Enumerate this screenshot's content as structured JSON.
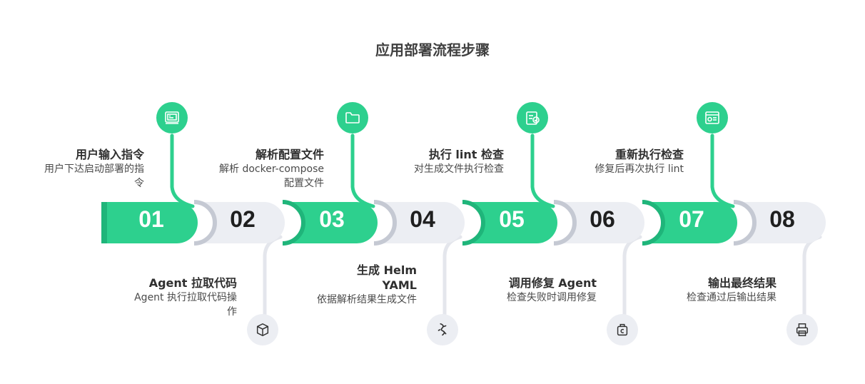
{
  "title": "应用部署流程步骤",
  "steps": [
    {
      "num": "01",
      "title": "用户输入指令",
      "desc": "用户下达启动部署的指令",
      "icon": "terminal-icon"
    },
    {
      "num": "02",
      "title": "Agent 拉取代码",
      "desc": "Agent 执行拉取代码操作",
      "icon": "box-icon"
    },
    {
      "num": "03",
      "title": "解析配置文件",
      "desc": "解析 docker-compose 配置文件",
      "icon": "folder-icon"
    },
    {
      "num": "04",
      "title": "生成 Helm YAML",
      "desc": "依据解析结果生成文件",
      "icon": "helm-icon"
    },
    {
      "num": "05",
      "title": "执行 lint 检查",
      "desc": "对生成文件执行检查",
      "icon": "checklist-icon"
    },
    {
      "num": "06",
      "title": "调用修复 Agent",
      "desc": "检查失败时调用修复",
      "icon": "repair-icon"
    },
    {
      "num": "07",
      "title": "重新执行检查",
      "desc": "修复后再次执行 lint",
      "icon": "document-icon"
    },
    {
      "num": "08",
      "title": "输出最终结果",
      "desc": "检查通过后输出结果",
      "icon": "printer-icon"
    }
  ],
  "colors": {
    "green": "#2dd08e",
    "green_dark": "#1fb57a",
    "grey": "#eceef3",
    "grey_dark": "#c5c9d3",
    "line_grey": "#e4e6ec"
  }
}
